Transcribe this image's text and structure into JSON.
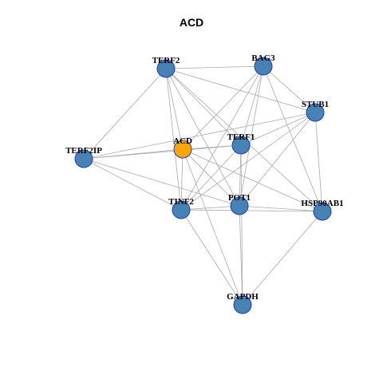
{
  "graph": {
    "title": "ACD",
    "colors": {
      "focus": "#ffa500",
      "default": "#4682b4",
      "border": "#1f3fbf",
      "edge": "#aaaaaa"
    },
    "nodes": [
      {
        "id": "ACD",
        "label": "ACD",
        "focus": true
      },
      {
        "id": "TERF2",
        "label": "TERF2",
        "focus": false
      },
      {
        "id": "BAG3",
        "label": "BAG3",
        "focus": false
      },
      {
        "id": "STUB1",
        "label": "STUB1",
        "focus": false
      },
      {
        "id": "TERF1",
        "label": "TERF1",
        "focus": false
      },
      {
        "id": "TERF2IP",
        "label": "TERF2IP",
        "focus": false
      },
      {
        "id": "TINF2",
        "label": "TINF2",
        "focus": false
      },
      {
        "id": "POT1",
        "label": "POT1",
        "focus": false
      },
      {
        "id": "HSP90AB1",
        "label": "HSP90AB1",
        "focus": false
      },
      {
        "id": "GAPDH",
        "label": "GAPDH",
        "focus": false
      }
    ],
    "edges": [
      [
        "TERF2",
        "BAG3"
      ],
      [
        "TERF2",
        "STUB1"
      ],
      [
        "TERF2",
        "TERF2IP"
      ],
      [
        "TERF2",
        "ACD"
      ],
      [
        "TERF2",
        "TERF1"
      ],
      [
        "TERF2",
        "TINF2"
      ],
      [
        "TERF2",
        "POT1"
      ],
      [
        "TERF2",
        "HSP90AB1"
      ],
      [
        "BAG3",
        "STUB1"
      ],
      [
        "BAG3",
        "ACD"
      ],
      [
        "BAG3",
        "TERF1"
      ],
      [
        "BAG3",
        "TINF2"
      ],
      [
        "BAG3",
        "POT1"
      ],
      [
        "BAG3",
        "HSP90AB1"
      ],
      [
        "STUB1",
        "TERF1"
      ],
      [
        "STUB1",
        "TINF2"
      ],
      [
        "STUB1",
        "POT1"
      ],
      [
        "STUB1",
        "HSP90AB1"
      ],
      [
        "STUB1",
        "TERF2IP"
      ],
      [
        "TERF2IP",
        "ACD"
      ],
      [
        "TERF2IP",
        "TERF1"
      ],
      [
        "TERF2IP",
        "TINF2"
      ],
      [
        "TERF2IP",
        "POT1"
      ],
      [
        "ACD",
        "TERF1"
      ],
      [
        "ACD",
        "TINF2"
      ],
      [
        "ACD",
        "POT1"
      ],
      [
        "ACD",
        "HSP90AB1"
      ],
      [
        "ACD",
        "GAPDH"
      ],
      [
        "TERF1",
        "TINF2"
      ],
      [
        "TERF1",
        "POT1"
      ],
      [
        "TERF1",
        "GAPDH"
      ],
      [
        "TINF2",
        "POT1"
      ],
      [
        "TINF2",
        "HSP90AB1"
      ],
      [
        "TINF2",
        "GAPDH"
      ],
      [
        "POT1",
        "HSP90AB1"
      ],
      [
        "POT1",
        "GAPDH"
      ],
      [
        "HSP90AB1",
        "GAPDH"
      ]
    ]
  }
}
